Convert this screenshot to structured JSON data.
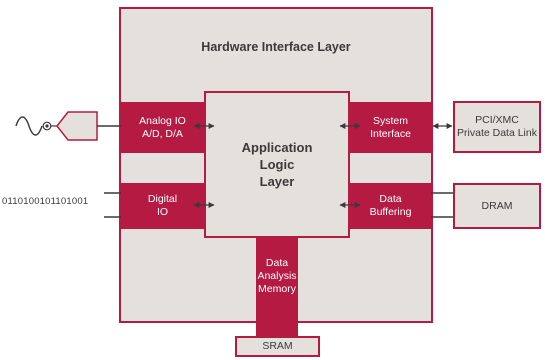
{
  "diagram": {
    "outer_title": "Hardware Interface Layer",
    "inner_core": "Application\nLogic\nLayer",
    "blocks": {
      "analog_io": [
        "Analog IO",
        "A/D, D/A"
      ],
      "digital_io": [
        "Digital",
        "IO"
      ],
      "system_interface": [
        "System",
        "Interface"
      ],
      "data_buffering": [
        "Data",
        "Buffering"
      ],
      "data_analysis_memory": [
        "Data",
        "Analysis",
        "Memory"
      ]
    },
    "external": {
      "pci_xmc": [
        "PCI/XMC",
        "Private Data Link"
      ],
      "dram": "DRAM",
      "sram": "SRAM",
      "binary_input": "0110100101101001"
    },
    "icons": {
      "signal": "sine-wave-icon",
      "connector": "analog-connector-icon"
    },
    "colors": {
      "accent": "#b51a42",
      "panel": "#e4e0dc",
      "text": "#3a3a3a"
    }
  }
}
